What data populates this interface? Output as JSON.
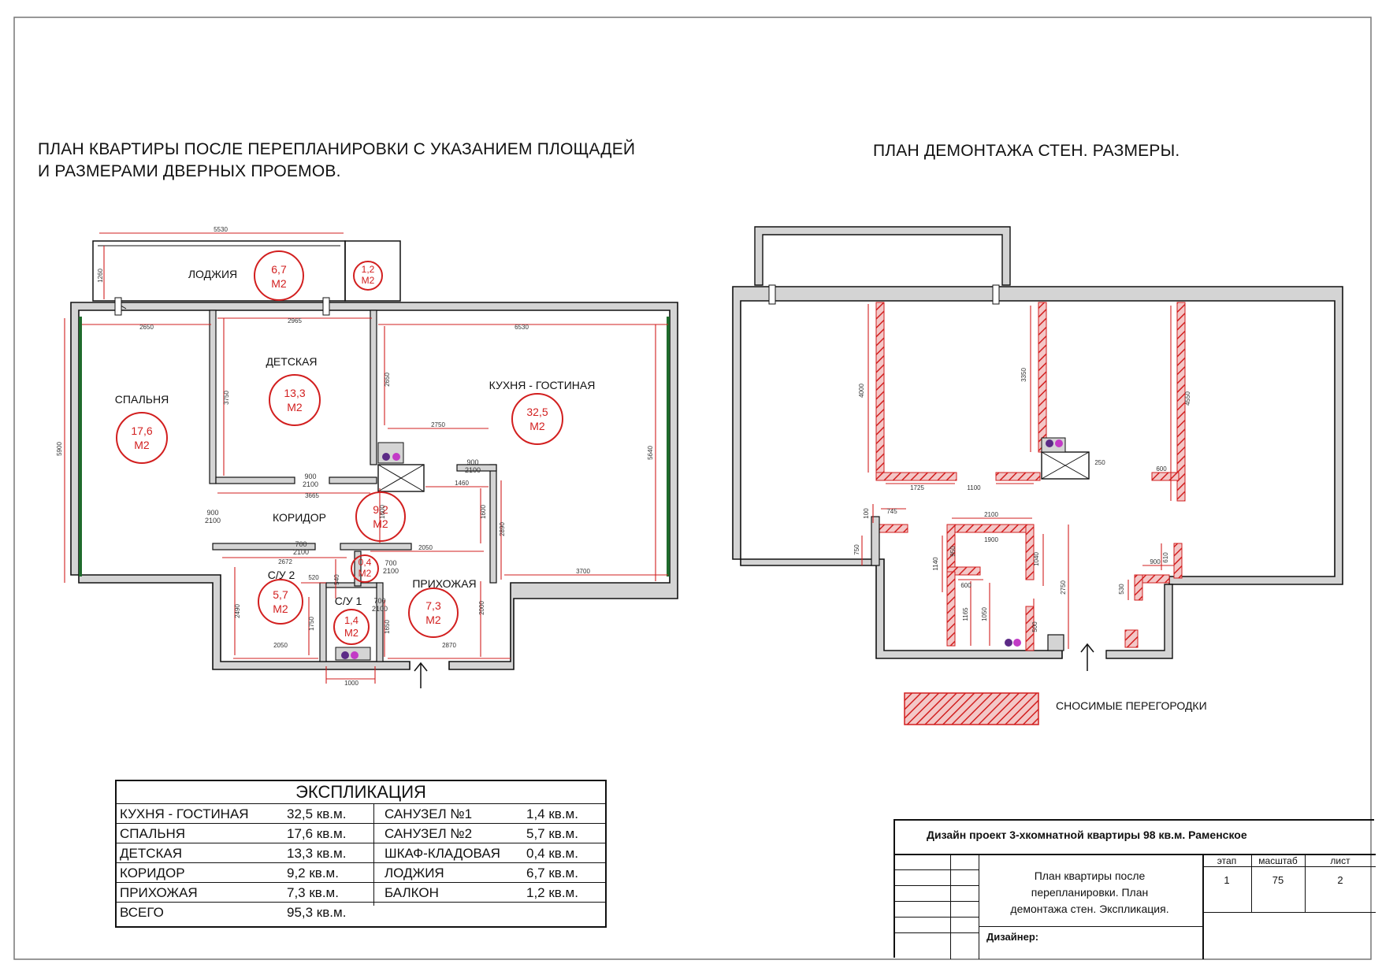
{
  "titles": {
    "left_line1": "ПЛАН  КВАРТИРЫ ПОСЛЕ ПЕРЕПЛАНИРОВКИ С УКАЗАНИЕМ ПЛОЩАДЕЙ",
    "left_line2": "И РАЗМЕРАМИ ДВЕРНЫХ ПРОЕМОВ.",
    "right": "ПЛАН  ДЕМОНТАЖА СТЕН. РАЗМЕРЫ."
  },
  "rooms": {
    "loggia": {
      "name": "ЛОДЖИЯ",
      "area": "6,7",
      "unit": "М2"
    },
    "balcony": {
      "area": "1,2",
      "unit": "М2"
    },
    "kids": {
      "name": "ДЕТСКАЯ",
      "area": "13,3",
      "unit": "М2"
    },
    "bedroom": {
      "name": "СПАЛЬНЯ",
      "area": "17,6",
      "unit": "М2"
    },
    "kitchen": {
      "name": "КУХНЯ - ГОСТИНАЯ",
      "area": "32,5",
      "unit": "М2"
    },
    "corridor": {
      "name": "КОРИДОР",
      "area": "9,2",
      "unit": "М2"
    },
    "closet": {
      "area": "0,4",
      "unit": "М2"
    },
    "bath2": {
      "name": "С/У 2",
      "area": "5,7",
      "unit": "М2"
    },
    "bath1": {
      "name": "С/У 1",
      "area": "1,4",
      "unit": "М2"
    },
    "hall": {
      "name": "ПРИХОЖАЯ",
      "area": "7,3",
      "unit": "М2"
    }
  },
  "dims_left": {
    "loggia_w": "5530",
    "loggia_h": "1260",
    "bed_w": "2650",
    "kids_w": "2965",
    "kit_w": "6530",
    "bed_h": "5900",
    "kids_h": "3750",
    "kit_h": "5640",
    "d1": "2650",
    "d2": "2750",
    "d3": "1460",
    "d4": "1600",
    "d5": "3665",
    "d6": "2672",
    "d7": "2050",
    "d8": "2870",
    "d9": "2890",
    "d10": "3700",
    "d11": "2050",
    "d12": "1600",
    "d13": "2490",
    "d14": "2000",
    "d15": "520",
    "d16": "1000",
    "d17": "1750",
    "d18": "1650",
    "d19": "2000",
    "d20": "540"
  },
  "doors": {
    "d_kids": [
      "900",
      "2100"
    ],
    "d_kitchen": [
      "900",
      "2100"
    ],
    "d_bed": [
      "900",
      "2100"
    ],
    "d_bath2": [
      "700",
      "2100"
    ],
    "d_closet": [
      "700",
      "2100"
    ],
    "d_bath1": [
      "700",
      "2100"
    ]
  },
  "dims_right": {
    "r1": "4000",
    "r2": "1725",
    "r3": "3350",
    "r4": "1100",
    "r5": "250",
    "r6": "4550",
    "r7": "600",
    "r8": "100",
    "r9": "745",
    "r10": "750",
    "r11": "2100",
    "r12": "1900",
    "r13": "1140",
    "r14": "950",
    "r15": "1040",
    "r16": "2750",
    "r17": "600",
    "r18": "1165",
    "r19": "1050",
    "r20": "500",
    "r21": "900",
    "r22": "610",
    "r23": "530"
  },
  "legend": {
    "label": "СНОСИМЫЕ ПЕРЕГОРОДКИ"
  },
  "explication": {
    "title": "ЭКСПЛИКАЦИЯ",
    "left": [
      {
        "name": "КУХНЯ - ГОСТИНАЯ",
        "value": "32,5 кв.м."
      },
      {
        "name": "СПАЛЬНЯ",
        "value": "17,6 кв.м."
      },
      {
        "name": "ДЕТСКАЯ",
        "value": "13,3 кв.м."
      },
      {
        "name": "КОРИДОР",
        "value": "9,2 кв.м."
      },
      {
        "name": "ПРИХОЖАЯ",
        "value": "7,3 кв.м."
      },
      {
        "name": "ВСЕГО",
        "value": "95,3 кв.м."
      }
    ],
    "right": [
      {
        "name": "САНУЗЕЛ №1",
        "value": "1,4 кв.м."
      },
      {
        "name": "САНУЗЕЛ №2",
        "value": "5,7 кв.м."
      },
      {
        "name": "ШКАФ-КЛАДОВАЯ",
        "value": "0,4 кв.м."
      },
      {
        "name": "ЛОДЖИЯ",
        "value": "6,7 кв.м."
      },
      {
        "name": "БАЛКОН",
        "value": "1,2 кв.м."
      }
    ]
  },
  "stamp": {
    "project": "Дизайн  проект 3-хкомнатной квартиры 98 кв.м. Раменское",
    "desc_1": "План квартиры после",
    "desc_2": "перепланировки. План",
    "desc_3": "демонтажа стен. Экспликация.",
    "h_stage": "этап",
    "h_scale": "масштаб",
    "h_sheet": "лист",
    "v_stage": "1",
    "v_scale": "75",
    "v_sheet": "2",
    "designer": "Дизайнер:"
  },
  "colors": {
    "wall": "#d4d4d4",
    "line": "#111111",
    "red": "#d21f1f",
    "green": "#1f6b2c",
    "purple": "#5b2a86",
    "magenta": "#c23bc6"
  }
}
